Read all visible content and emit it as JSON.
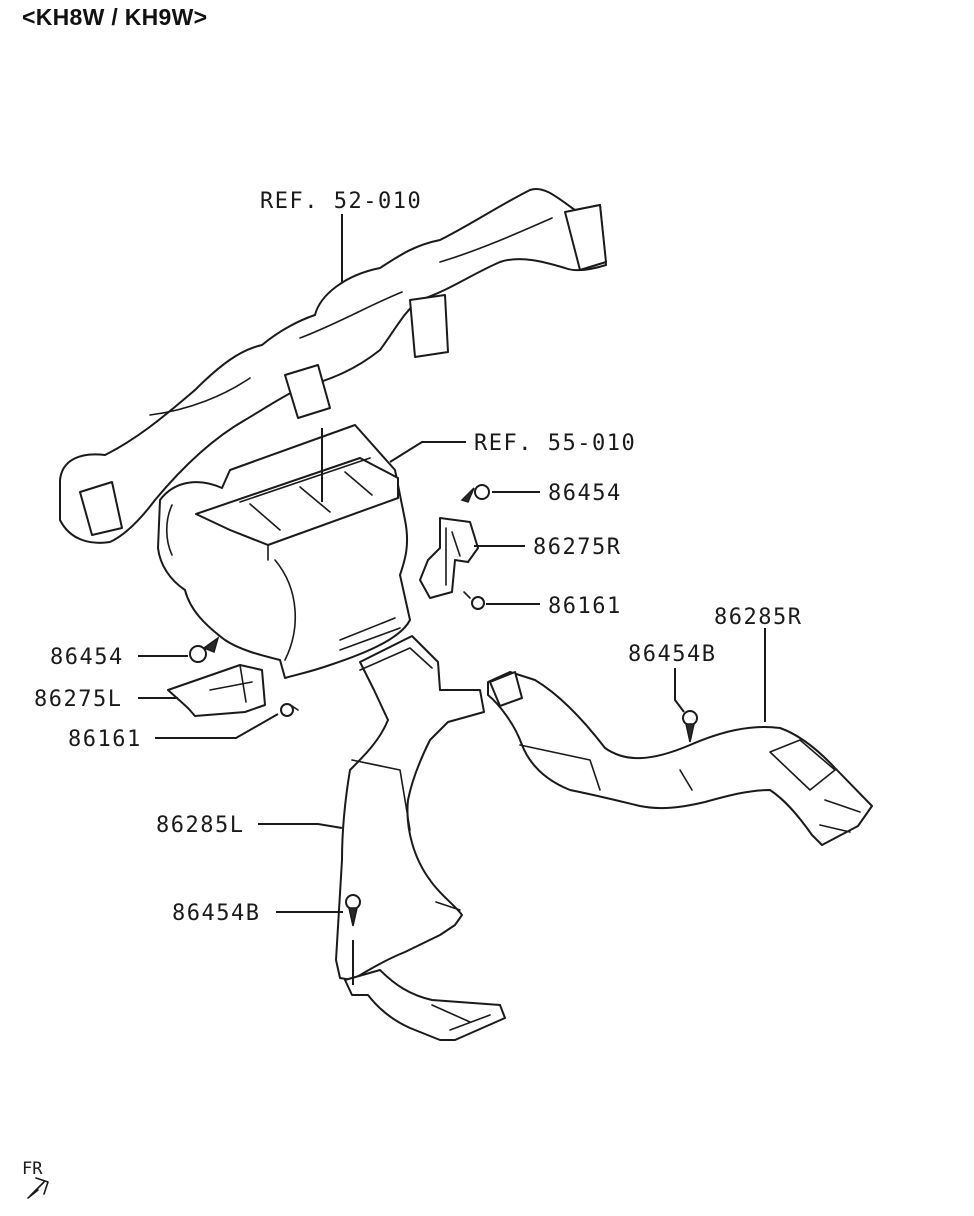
{
  "header": {
    "title": "<KH8W / KH9W>"
  },
  "callouts": {
    "ref_52_010": "REF. 52-010",
    "ref_55_010": "REF. 55-010",
    "p86454_top": "86454",
    "p86275R": "86275R",
    "p86161_right": "86161",
    "p86285R": "86285R",
    "p86454B_right": "86454B",
    "p86454_left": "86454",
    "p86275L": "86275L",
    "p86161_left": "86161",
    "p86285L": "86285L",
    "p86454B_left": "86454B"
  },
  "orientation": {
    "label": "FR",
    "icon": "front-arrow-icon"
  }
}
